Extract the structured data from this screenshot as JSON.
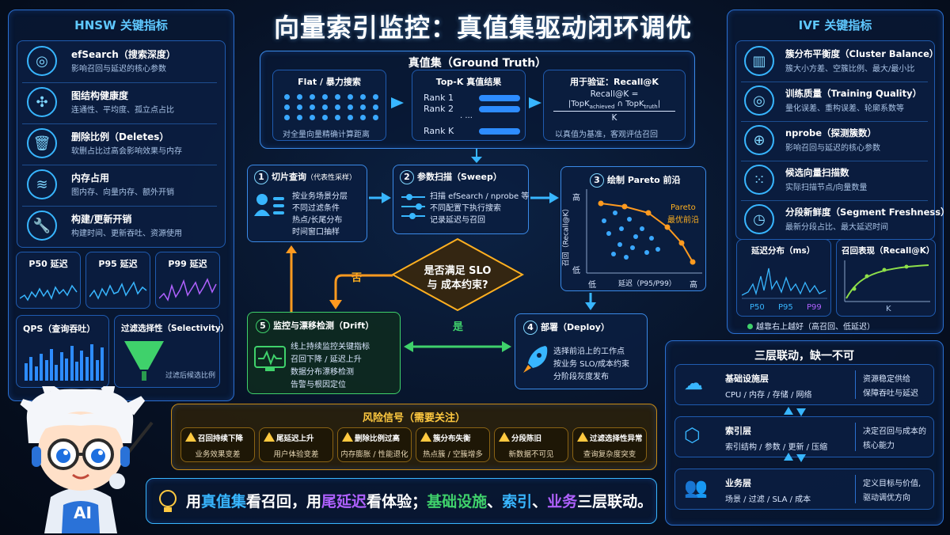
{
  "title": "向量索引监控：真值集驱动闭环调优",
  "hnsw": {
    "title": "HNSW 关键指标",
    "items": [
      {
        "name": "efSearch（搜索深度）",
        "desc": "影响召回与延迟的核心参数"
      },
      {
        "name": "图结构健康度",
        "desc": "连通性、平均度、孤立点占比"
      },
      {
        "name": "删除比例（Deletes）",
        "desc": "软删占比过高会影响效果与内存"
      },
      {
        "name": "内存占用",
        "desc": "图内存、向量内存、额外开销"
      },
      {
        "name": "构建/更新开销",
        "desc": "构建时间、更新吞吐、资源使用"
      }
    ],
    "p50": "P50 延迟",
    "p95": "P95 延迟",
    "p99": "P99 延迟",
    "qps": "QPS（查询吞吐）",
    "sel": "过滤选择性（Selectivity）",
    "sel_note": "过滤后候选比例"
  },
  "ivf": {
    "title": "IVF 关键指标",
    "items": [
      {
        "name": "簇分布平衡度（Cluster Balance）",
        "desc": "簇大小方差、空簇比例、最大/最小比"
      },
      {
        "name": "训练质量（Training Quality）",
        "desc": "量化误差、重构误差、轮廓系数等"
      },
      {
        "name": "nprobe（探测簇数）",
        "desc": "影响召回与延迟的核心参数"
      },
      {
        "name": "候选向量扫描数",
        "desc": "实际扫描节点/向量数量"
      },
      {
        "name": "分段新鲜度（Segment Freshness）",
        "desc": "最新分段占比、最大延迟时间"
      }
    ],
    "lat_title": "延迟分布（ms）",
    "lat_p50": "P50",
    "lat_p95": "P95",
    "lat_p99": "P99",
    "rec_title": "召回表现（Recall@K）",
    "rec_x": "K",
    "note": "越靠右上越好（高召回、低延迟）"
  },
  "gt": {
    "title": "真值集（Ground Truth）",
    "flat_title": "Flat / 暴力搜索",
    "flat_desc": "对全量向量精确计算距离",
    "topk_title": "Top-K 真值结果",
    "rank1": "Rank 1",
    "rank2": "Rank 2",
    "dots": "·  ···",
    "rankk": "Rank K",
    "ver_title": "用于验证：Recall@K",
    "f1": "Recall@K =",
    "f2a": "|TopK",
    "f2b": "achieved",
    "f2c": " ∩ TopK",
    "f2d": "truth",
    "f2e": "|",
    "f3": "K",
    "ver_desc": "以真值为基准，客观评估召回"
  },
  "step1": {
    "num": "1",
    "title": "切片查询",
    "sub": "（代表性采样）",
    "b": [
      "按业务场景分层",
      "不同过滤条件",
      "热点/长尾分布",
      "时间窗口抽样"
    ]
  },
  "step2": {
    "num": "2",
    "title": "参数扫描（Sweep）",
    "b": [
      "扫描 efSearch / nprobe 等",
      "不同配置下执行搜索",
      "记录延迟与召回"
    ]
  },
  "step3": {
    "num": "3",
    "title": "绘制 Pareto 前沿",
    "y": "召回（Recall@K）",
    "x": "延迟（P95/P99）",
    "hi": "高",
    "lo": "低",
    "xlo": "低",
    "xhi": "高",
    "pareto1": "Pareto",
    "pareto2": "最优前沿"
  },
  "decision": {
    "l1": "是否满足 SLO",
    "l2": "与 成本约束?",
    "no": "否",
    "yes": "是"
  },
  "step4": {
    "num": "4",
    "title": "部署（Deploy）",
    "b": [
      "选择前沿上的工作点",
      "按业务 SLO/成本约束",
      "分阶段灰度发布"
    ]
  },
  "step5": {
    "num": "5",
    "title": "监控与漂移检测（Drift）",
    "b": [
      "线上持续监控关键指标",
      "召回下降 / 延迟上升",
      "数据分布漂移检测",
      "告警与根因定位"
    ]
  },
  "risk": {
    "title": "风险信号（需要关注）",
    "items": [
      {
        "a": "召回持续下降",
        "b": "业务效果变差"
      },
      {
        "a": "尾延迟上升",
        "b": "用户体验变差"
      },
      {
        "a": "删除比例过高",
        "b": "内存膨胀 / 性能退化"
      },
      {
        "a": "簇分布失衡",
        "b": "热点簇 / 空簇增多"
      },
      {
        "a": "分段陈旧",
        "b": "新数据不可见"
      },
      {
        "a": "过滤选择性异常",
        "b": "查询复杂度突变"
      }
    ]
  },
  "layers": {
    "title": "三层联动，缺一不可",
    "items": [
      {
        "name": "基础设施层",
        "desc": "CPU / 内存 / 存储 / 网络",
        "role1": "资源稳定供给",
        "role2": "保障吞吐与延迟"
      },
      {
        "name": "索引层",
        "desc": "索引结构 / 参数 / 更新 / 压缩",
        "role1": "决定召回与成本的",
        "role2": "核心能力"
      },
      {
        "name": "业务层",
        "desc": "场景 / 过滤 / SLA / 成本",
        "role1": "定义目标与价值,",
        "role2": "驱动调优方向"
      }
    ]
  },
  "summary": {
    "p1": "用",
    "p2": "真值集",
    "p3": "看召回，用",
    "p4": "尾延迟",
    "p5": "看体验；",
    "p6": "基础设施",
    "p7": "、",
    "p8": "索引",
    "p9": "、",
    "p10": "业务",
    "p11": "三层联动。"
  },
  "mascot": {
    "badge": "AI"
  },
  "colors": {
    "cyan": "#38b6ff",
    "orange": "#ff9a1f",
    "green": "#3fd16b",
    "purple": "#b061ff",
    "gold": "#ffc940"
  }
}
